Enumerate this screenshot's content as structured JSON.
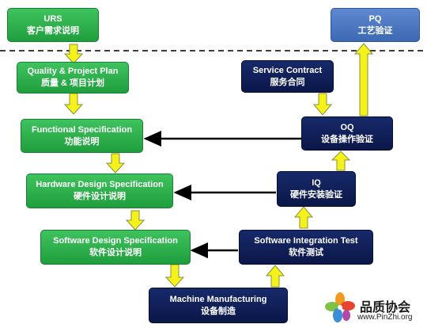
{
  "boxes": {
    "urs": {
      "en": "URS",
      "zh": "客户需求说明"
    },
    "quality_plan": {
      "en": "Quality & Project Plan",
      "zh": "质量 & 项目计划"
    },
    "functional_spec": {
      "en": "Functional Specification",
      "zh": "功能说明"
    },
    "hardware_spec": {
      "en": "Hardware Design Specification",
      "zh": "硬件设计说明"
    },
    "software_spec": {
      "en": "Software Design Specification",
      "zh": "软件设计说明"
    },
    "manufacturing": {
      "en": "Machine Manufacturing",
      "zh": "设备制造"
    },
    "integration_test": {
      "en": "Software Integration Test",
      "zh": "软件测试"
    },
    "iq": {
      "en": "IQ",
      "zh": "硬件安装验证"
    },
    "oq": {
      "en": "OQ",
      "zh": "设备操作验证"
    },
    "service_contract": {
      "en": "Service Contract",
      "zh": "服务合同"
    },
    "pq": {
      "en": "PQ",
      "zh": "工艺验证"
    }
  },
  "watermark": {
    "name": "品质协会",
    "url": "www.PinZhi.org"
  },
  "colors": {
    "green": "#2db34a",
    "navy": "#0f1f5c",
    "blue": "#4f7bc4",
    "arrow_fill": "#f4f21a",
    "arrow_stroke": "#8c8f3a"
  }
}
